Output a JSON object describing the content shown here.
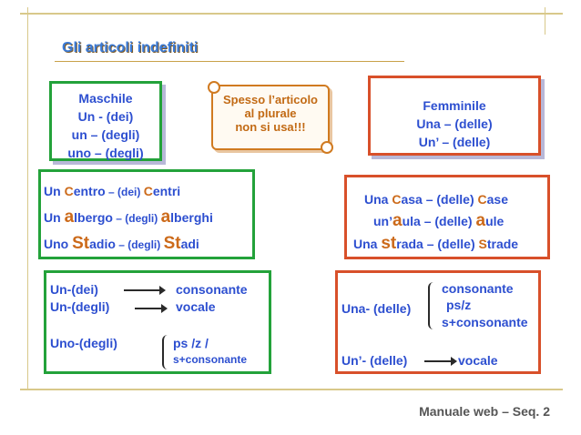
{
  "title": "Gli articoli indefiniti",
  "maschile_header": {
    "line1": "Maschile",
    "line2": "Un - (dei)",
    "line3": "un – (degli)",
    "line4": "uno – (degli)"
  },
  "note": {
    "line1": "Spesso l’articolo",
    "line2": "al plurale",
    "line3": "non si usa!!!"
  },
  "femminile_header": {
    "line1": "Femminile",
    "line2": "Una – (delle)",
    "line3": "Un’ – (delle)"
  },
  "maschile_examples": [
    {
      "a": "Un ",
      "b": "C",
      "c": "entro",
      "d": " – (dei) ",
      "e": "C",
      "f": "entri"
    },
    {
      "a": "Un ",
      "b": "a",
      "c": "lbergo",
      "d": " – (degli) ",
      "e": "a",
      "f": "lberghi"
    },
    {
      "a": "Uno ",
      "b": "St",
      "c": "adio",
      "d": " – (degli) ",
      "e": "St",
      "f": "adi"
    }
  ],
  "femminile_examples": [
    {
      "a": "Una ",
      "b": "C",
      "c": "asa – (delle) ",
      "d": "C",
      "e": "ase"
    },
    {
      "a": "un’",
      "b": "a",
      "c": "ula – (delle) ",
      "d": "a",
      "e": "ule"
    },
    {
      "a": "Una ",
      "b": "st",
      "c": "rada – (delle) ",
      "d": "S",
      "e": "trade"
    }
  ],
  "maschile_rules": {
    "r1_left": "Un-(dei)",
    "r1_right": "consonante",
    "r2_left": "Un-(degli)",
    "r2_right": "vocale",
    "r3_left": "Uno-(degli)",
    "r3_right1": "ps /z /",
    "r3_right2": "s+consonante"
  },
  "femminile_rules": {
    "r1_left": "Una- (delle)",
    "r1_right1": "consonante",
    "r1_right2": "ps/z",
    "r1_right3": "s+consonante",
    "r2_left": "Un’- (delle)",
    "r2_right": "vocale"
  },
  "footer": "Manuale web – Seq. 2",
  "colors": {
    "green": "#23a23a",
    "red": "#d8502a",
    "blue": "#2d4fd0",
    "orange": "#cc6a1a",
    "title": "#3a7ad6"
  }
}
